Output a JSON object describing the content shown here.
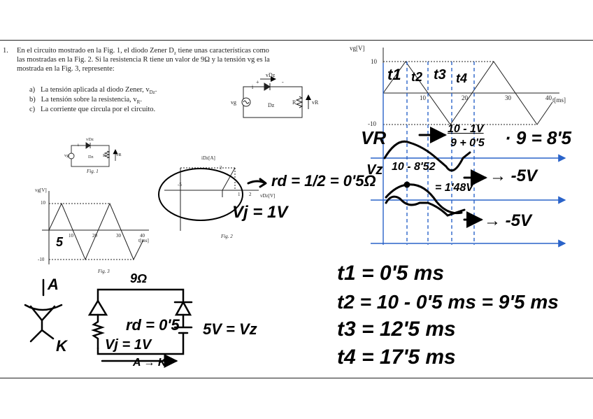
{
  "problem": {
    "number": "1.",
    "intro": [
      "En el circuito mostrado en la Fig. 1, el diodo Zener D",
      "las mostradas en la Fig. 2. Si la resistencia R tiene un valor de 9Ω y la tensión v",
      "mostrada en la Fig. 3, represente:"
    ],
    "intro_tail": "tiene unas características como",
    "intro_sub1": "z",
    "intro_tail2": "g es la",
    "items": [
      {
        "label": "a)",
        "text": "La tensión aplicada al diodo Zener, v",
        "sub": "Dz",
        "end": "."
      },
      {
        "label": "b)",
        "text": "La tensión sobre la resistencia, v",
        "sub": "R",
        "end": "."
      },
      {
        "label": "c)",
        "text": "La corriente que circula por el circuito.",
        "sub": "",
        "end": ""
      }
    ]
  },
  "circuit_large": {
    "vdz": "vDz",
    "plus": "+",
    "minus": "-",
    "i": "i",
    "dz": "Dz",
    "r": "R",
    "vr": "vR",
    "vg": "vg"
  },
  "circuit_small": {
    "vdz": "vDz",
    "i": "i",
    "dz": "Dz",
    "r": "R",
    "vr": "vR",
    "vg": "vg",
    "caption": "Fig. 1"
  },
  "fig2": {
    "ylabel": "iDz[A]",
    "y_tick": "2",
    "x_tick_neg": "-5",
    "x_tick1": "1",
    "x_tick2": "2",
    "xlabel": "vDz[V]",
    "caption": "Fig. 2"
  },
  "fig3": {
    "ylabel": "vg[V]",
    "y_top": "10",
    "y_bot": "-10",
    "x_ticks": [
      "10",
      "20",
      "30",
      "40"
    ],
    "xlabel": "t[ms]",
    "caption": "Fig. 3"
  },
  "right_chart": {
    "ylabel": "vg[V]",
    "y_top": "10",
    "y_bot": "-10",
    "x_ticks": [
      "10",
      "20",
      "30",
      "40"
    ],
    "xlabel": "t[ms]"
  },
  "handwriting": {
    "t_labels": [
      "t1",
      "t2",
      "t3",
      "t4"
    ],
    "rd_eq": "rd = 1/2 = 0'5Ω",
    "vj_eq": "Vj = 1V",
    "five_mark": "5",
    "vr_label": "VR",
    "vr_num": "10 - 1V",
    "vr_den": "9 + 0'5",
    "vr_tail": "· 9 = 8'5",
    "vz_label": "Vz",
    "vz_eq": "10 - 8'52",
    "vz_val": "= 1'48V",
    "minus5_a": "→ -5V",
    "minus5_b": "→ -5V",
    "t1_eq": "t1 = 0'5 ms",
    "t2_eq": "t2 = 10 - 0'5 ms = 9'5 ms",
    "t3_eq": "t3 = 12'5 ms",
    "t4_eq": "t4 = 17'5 ms",
    "anode": "A",
    "cathode": "K",
    "res_top": "9Ω",
    "rd_sketch": "rd = 0'5",
    "vj_sketch": "Vj = 1V",
    "vz_sketch": "5V = Vz",
    "bottom_k": "A → K"
  },
  "colors": {
    "ink": "#000000",
    "guide_blue": "#2a63c9",
    "dashed_blue": "#1f5fd6",
    "print": "#222222"
  }
}
